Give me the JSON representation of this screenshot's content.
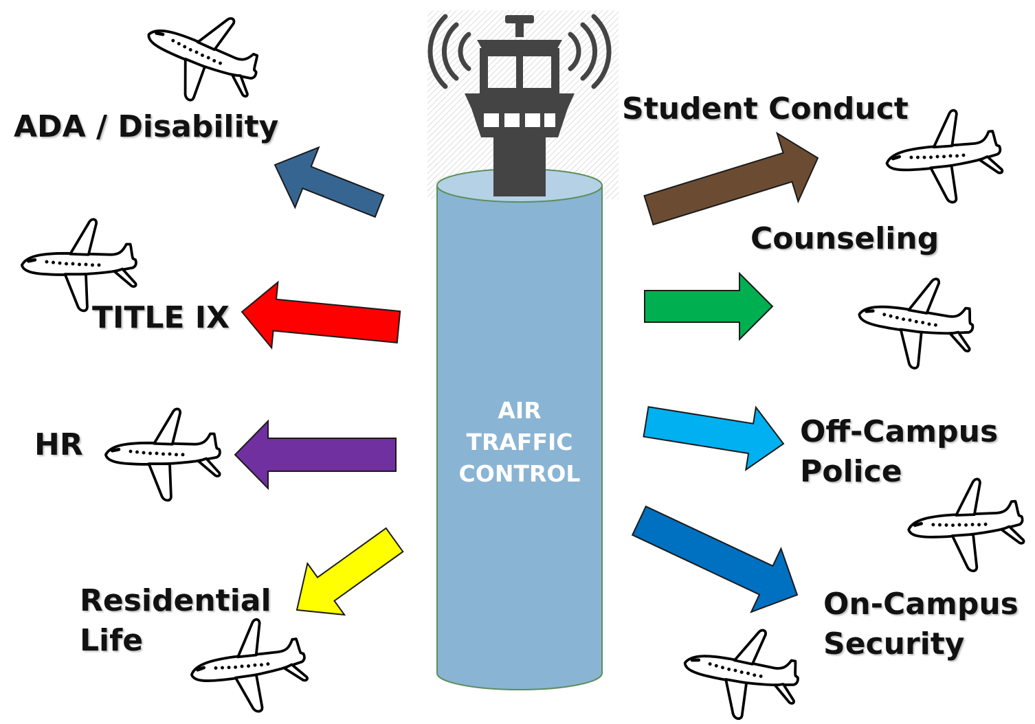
{
  "tower": {
    "lines": [
      "AIR",
      "TRAFFIC",
      "CONTROL"
    ],
    "cylinder_color": "#8ab4d4",
    "icon": "control-tower-icon"
  },
  "destinations": [
    {
      "key": "ada",
      "label": "ADA / Disability",
      "arrow_color": "#376592"
    },
    {
      "key": "title-ix",
      "label": "TITLE IX",
      "arrow_color": "#ff0000"
    },
    {
      "key": "hr",
      "label": "HR",
      "arrow_color": "#7030a0"
    },
    {
      "key": "residential",
      "label_lines": [
        "Residential",
        "Life"
      ],
      "arrow_color": "#ffff00"
    },
    {
      "key": "student-conduct",
      "label": "Student Conduct",
      "arrow_color": "#6b4c33"
    },
    {
      "key": "counseling",
      "label": "Counseling",
      "arrow_color": "#00b050"
    },
    {
      "key": "off-campus",
      "label_lines": [
        "Off-Campus",
        "Police"
      ],
      "arrow_color": "#00b0f0"
    },
    {
      "key": "on-campus",
      "label_lines": [
        "On-Campus",
        "Security"
      ],
      "arrow_color": "#0070c0"
    }
  ],
  "icons": {
    "airplane": "airplane-icon"
  }
}
